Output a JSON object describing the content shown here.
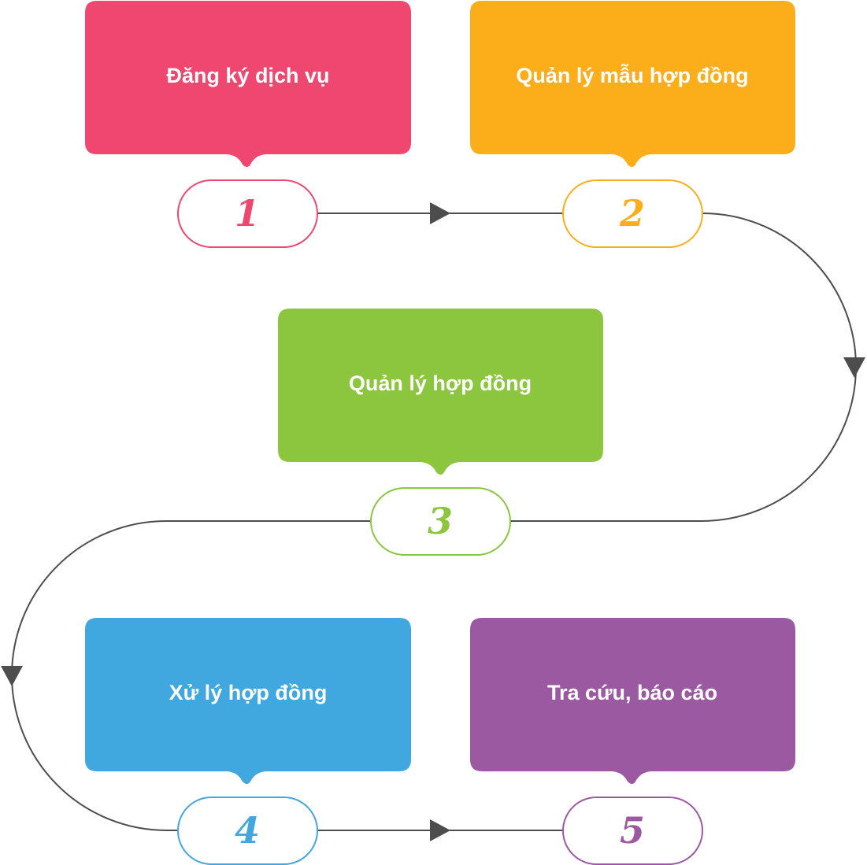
{
  "steps": [
    {
      "number": "1",
      "label": "Đăng ký dịch vụ",
      "color": "#ef476f"
    },
    {
      "number": "2",
      "label": "Quản lý mẫu hợp đồng",
      "color": "#fbae1a"
    },
    {
      "number": "3",
      "label": "Quản lý hợp đồng",
      "color": "#8cc63f"
    },
    {
      "number": "4",
      "label": "Xử lý hợp đồng",
      "color": "#41a7df"
    },
    {
      "number": "5",
      "label": "Tra cứu, báo cáo",
      "color": "#9b59a1"
    }
  ],
  "connector_color": "#4d4d4d"
}
